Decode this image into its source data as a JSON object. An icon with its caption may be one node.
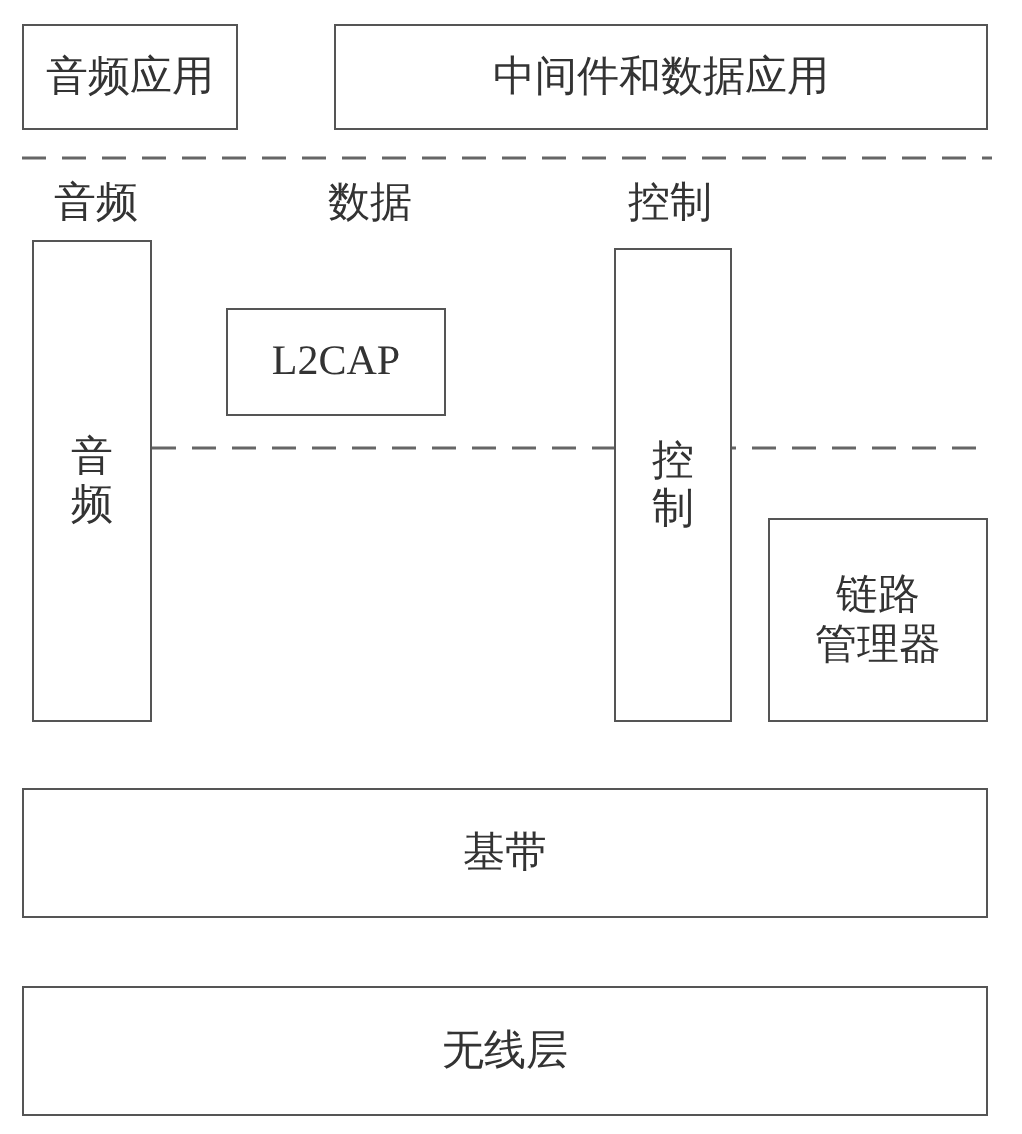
{
  "diagram": {
    "nodes": [
      {
        "text": [
          "音频应用"
        ]
      },
      {
        "text": [
          "中间件和数据应用"
        ]
      },
      {
        "text": [
          "音频"
        ]
      },
      {
        "text": [
          "L2CAP"
        ]
      },
      {
        "text": [
          "控制"
        ]
      },
      {
        "text": [
          "链路管理器"
        ]
      },
      {
        "text": [
          "基带"
        ]
      },
      {
        "text": [
          "无线层"
        ]
      }
    ],
    "labels": [
      "音频",
      "数据",
      "控制"
    ]
  }
}
